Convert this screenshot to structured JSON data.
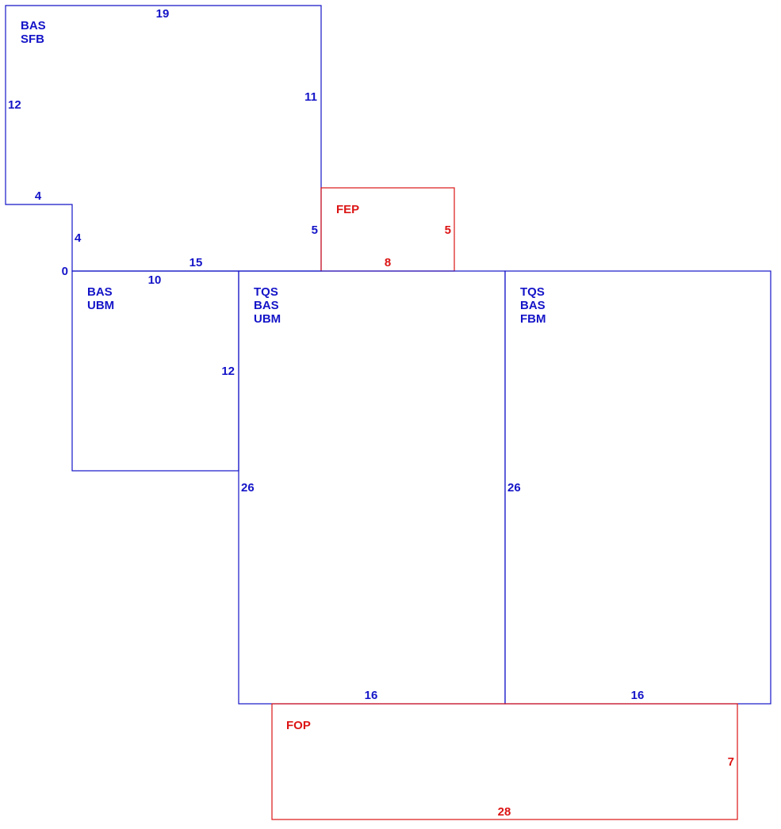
{
  "colors": {
    "primary": "#1414c8",
    "secondary": "#dc1414",
    "background": "#ffffff"
  },
  "areas": {
    "bas_sfb": {
      "code_lines": [
        "BAS",
        "SFB"
      ],
      "dimensions": {
        "top": "19",
        "right": "11",
        "left": "12",
        "step_top": "4",
        "step_side": "4",
        "bottom": "15",
        "lower_right": "5",
        "origin": "0"
      }
    },
    "bas_ubm": {
      "code_lines": [
        "BAS",
        "UBM"
      ],
      "dimensions": {
        "top": "10",
        "right": "12"
      }
    },
    "fep": {
      "code_lines": [
        "FEP"
      ],
      "dimensions": {
        "bottom": "8",
        "right": "5"
      }
    },
    "tqs_bas_ubm": {
      "code_lines": [
        "TQS",
        "BAS",
        "UBM"
      ],
      "dimensions": {
        "left": "26",
        "bottom": "16"
      }
    },
    "tqs_bas_fbm": {
      "code_lines": [
        "TQS",
        "BAS",
        "FBM"
      ],
      "dimensions": {
        "left": "26",
        "bottom": "16"
      }
    },
    "fop": {
      "code_lines": [
        "FOP"
      ],
      "dimensions": {
        "right": "7",
        "bottom": "28"
      }
    }
  }
}
